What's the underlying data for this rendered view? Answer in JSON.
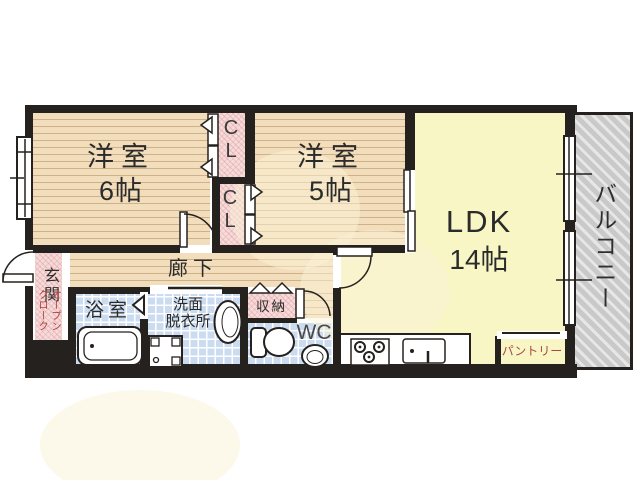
{
  "plan": {
    "rooms": {
      "western6": {
        "name": "洋室",
        "size": "6帖"
      },
      "western5": {
        "name": "洋室",
        "size": "5帖"
      },
      "ldk": {
        "name": "LDK",
        "size": "14帖"
      },
      "closet_upper": {
        "name": "CL"
      },
      "closet_lower": {
        "name": "CL"
      },
      "hallway": {
        "name": "廊下"
      },
      "entrance": {
        "name": "玄関"
      },
      "open_cloak": {
        "name": "オープンクローク"
      },
      "bathroom": {
        "name": "浴室"
      },
      "washroom": {
        "line1": "洗面",
        "line2": "脱衣所"
      },
      "storage": {
        "name": "収納"
      },
      "wc": {
        "name": "WC"
      },
      "pantry": {
        "name": "パントリー"
      },
      "balcony": {
        "name": "バルコニー"
      }
    },
    "colors": {
      "wall": "#25211f",
      "wood_floor": "#f2debc",
      "ldk_floor": "#f9f6c5",
      "tile_floor": "#cbdcf0",
      "closet_pink": "#f7dada",
      "balcony_gray": "#c9c9c9",
      "red_label_text": "#b04040"
    }
  }
}
